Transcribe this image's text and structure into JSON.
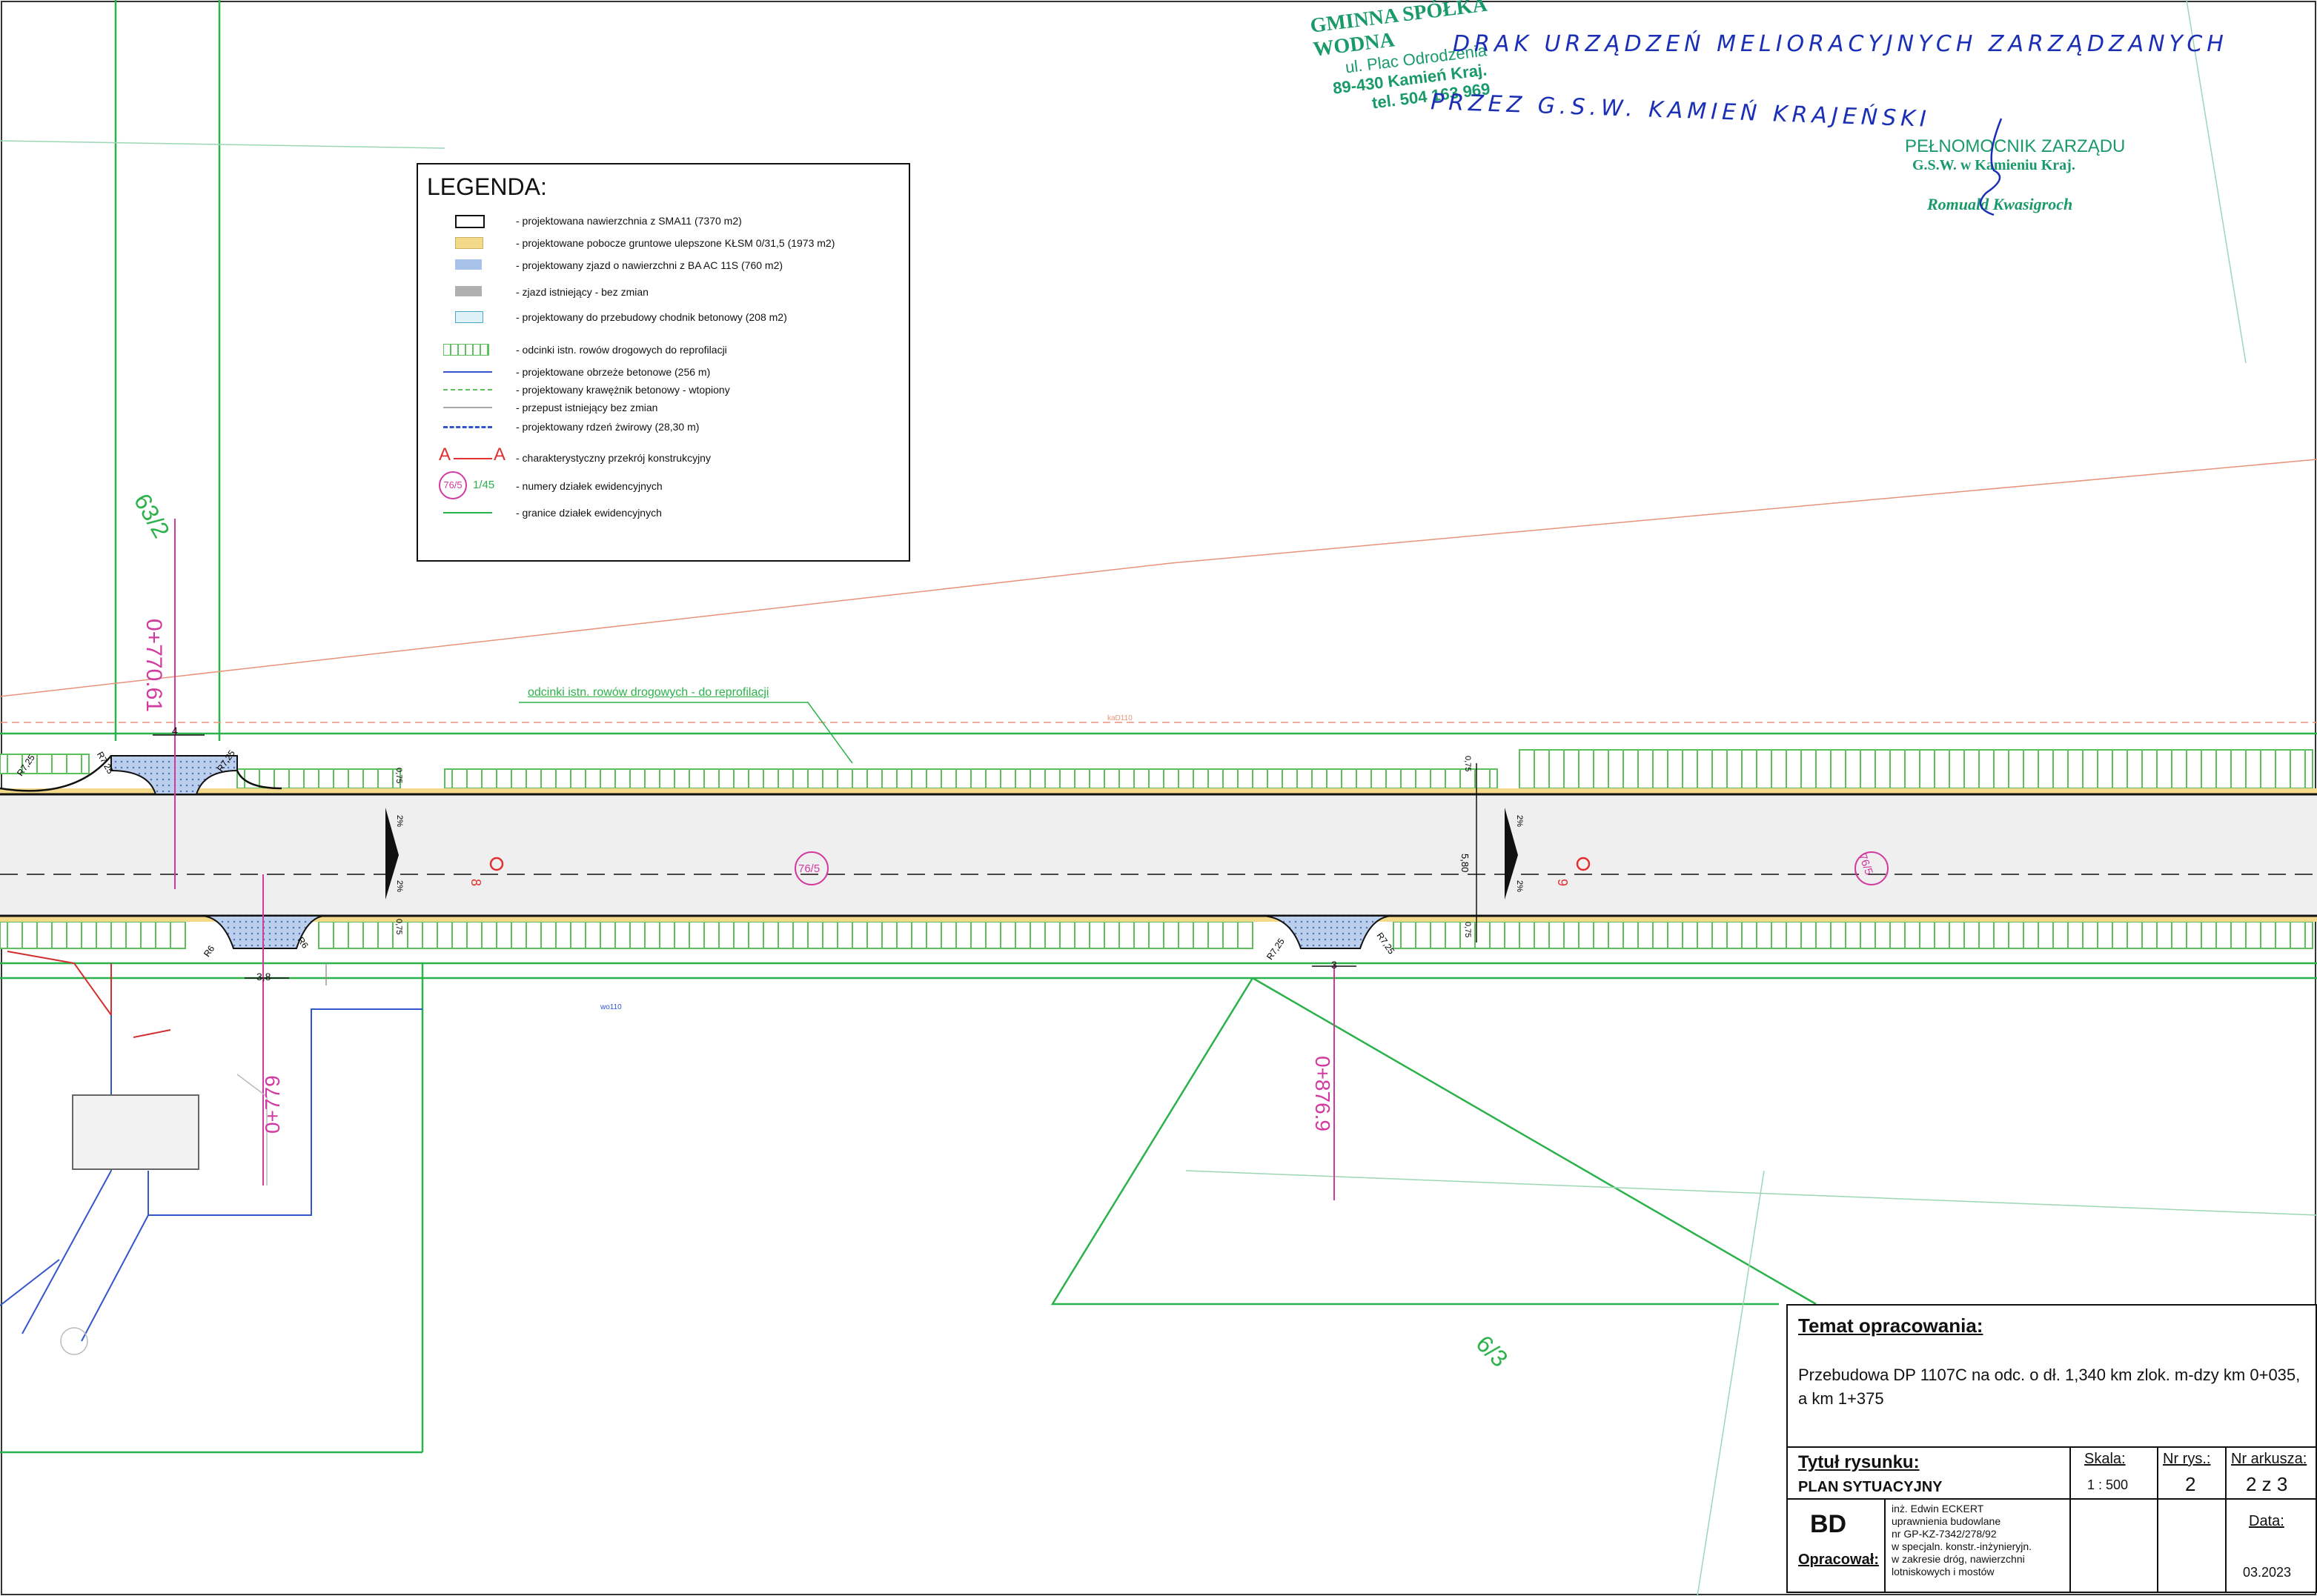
{
  "stamp": {
    "company": "GMINNA SPÓŁKA WODNA",
    "address": "ul. Plac Odrodzenia",
    "city": "89-430 Kamień Kraj.",
    "phone": "tel. 504 163 969",
    "attorney": "PEŁNOMOCNIK ZARZĄDU",
    "org": "G.S.W. w Kamieniu Kraj.",
    "signatory": "Romuald Kwasigroch"
  },
  "handwritten": {
    "line1": "DRAK URZĄDZEŃ MELIORACYJNYCH ZARZĄDZANYCH",
    "line2": "PRZEZ G.S.W. KAMIEŃ KRAJEŃSKI"
  },
  "legend": {
    "title": "LEGENDA:",
    "items": [
      "- projektowana nawierzchnia z SMA11 (7370 m2)",
      "- projektowane pobocze gruntowe ulepszone KŁSM 0/31,5 (1973 m2)",
      "- projektowany zjazd o nawierzchni z BA AC 11S (760 m2)",
      "- zjazd istniejący - bez zmian",
      "- projektowany do przebudowy chodnik betonowy (208 m2)",
      "- odcinki istn. rowów drogowych do reprofilacji",
      "- projektowane obrzeże betonowe (256 m)",
      "- projektowany krawężnik betonowy - wtopiony",
      "- przepust istniejący bez zmian",
      "- projektowany rdzeń żwirowy (28,30 m)",
      "- charakterystyczny przekrój konstrukcyjny",
      "- numery działek ewidencyjnych",
      "- granice działek ewidencyjnych"
    ],
    "section_symbol": "A",
    "parcel_sample": "76/5",
    "parcel_sample2": "1/45"
  },
  "plan": {
    "parcel_63_2": "63/2",
    "parcel_6_3": "6/3",
    "parcel_76_5a": "76/5",
    "parcel_76_5b": "76/5",
    "chainage_1": "0+770.61",
    "chainage_2": "0+779",
    "chainage_3": "0+876.9",
    "ditch_note": "odcinki istn. rowów drogowych - do reprofilacji",
    "width_4": "4",
    "width_3_8": "3,8",
    "width_3": "3",
    "road_width": "5,80",
    "radius_1": "R7,25",
    "radius_2": "R7,25",
    "radius_3": "R7,25",
    "radius_4": "R6",
    "radius_5": "R6",
    "radius_6": "R7,25",
    "radius_7": "R7,25",
    "section_8": "8",
    "section_9": "9",
    "slope_1": "2%",
    "slope_2": "2%",
    "slope_3": "2%",
    "slope_4": "2%",
    "dim_075_1": "0,75",
    "dim_075_2": "0,75",
    "dim_075_3": "0,75",
    "dim_075_4": "0,75",
    "utility_1": "kaD110",
    "utility_2": "wo110"
  },
  "titleblock": {
    "topic_label": "Temat opracowania:",
    "topic": "Przebudowa DP 1107C na odc. o dł. 1,340 km zlok. m-dzy km 0+035, a km 1+375",
    "title_label": "Tytuł rysunku:",
    "title": "PLAN SYTUACYJNY",
    "scale_label": "Skala:",
    "scale": "1 : 500",
    "drawing_no_label": "Nr rys.:",
    "drawing_no": "2",
    "sheet_label": "Nr arkusza:",
    "sheet": "2 z 3",
    "firm": "BD",
    "prepared_label": "Opracował:",
    "author_1": "inż. Edwin ECKERT",
    "author_2": "uprawnienia budowlane",
    "author_3": "nr GP-KZ-7342/278/92",
    "author_4": "w specjaln. konstr.-inżynieryjn.",
    "author_5": "w zakresie dróg, nawierzchni",
    "author_6": "lotniskowych i mostów",
    "date_label": "Data:",
    "date": "03.2023"
  },
  "colors": {
    "parcel_line": "#2bb24a",
    "road_edge": "#111111",
    "shoulder": "#f3d98a",
    "driveway": "#8fb0e0",
    "ditch": "#5cc05c",
    "chainage": "#d23aa0",
    "stamp_green": "#1a9a6a",
    "ink_blue": "#1a2fb5"
  }
}
